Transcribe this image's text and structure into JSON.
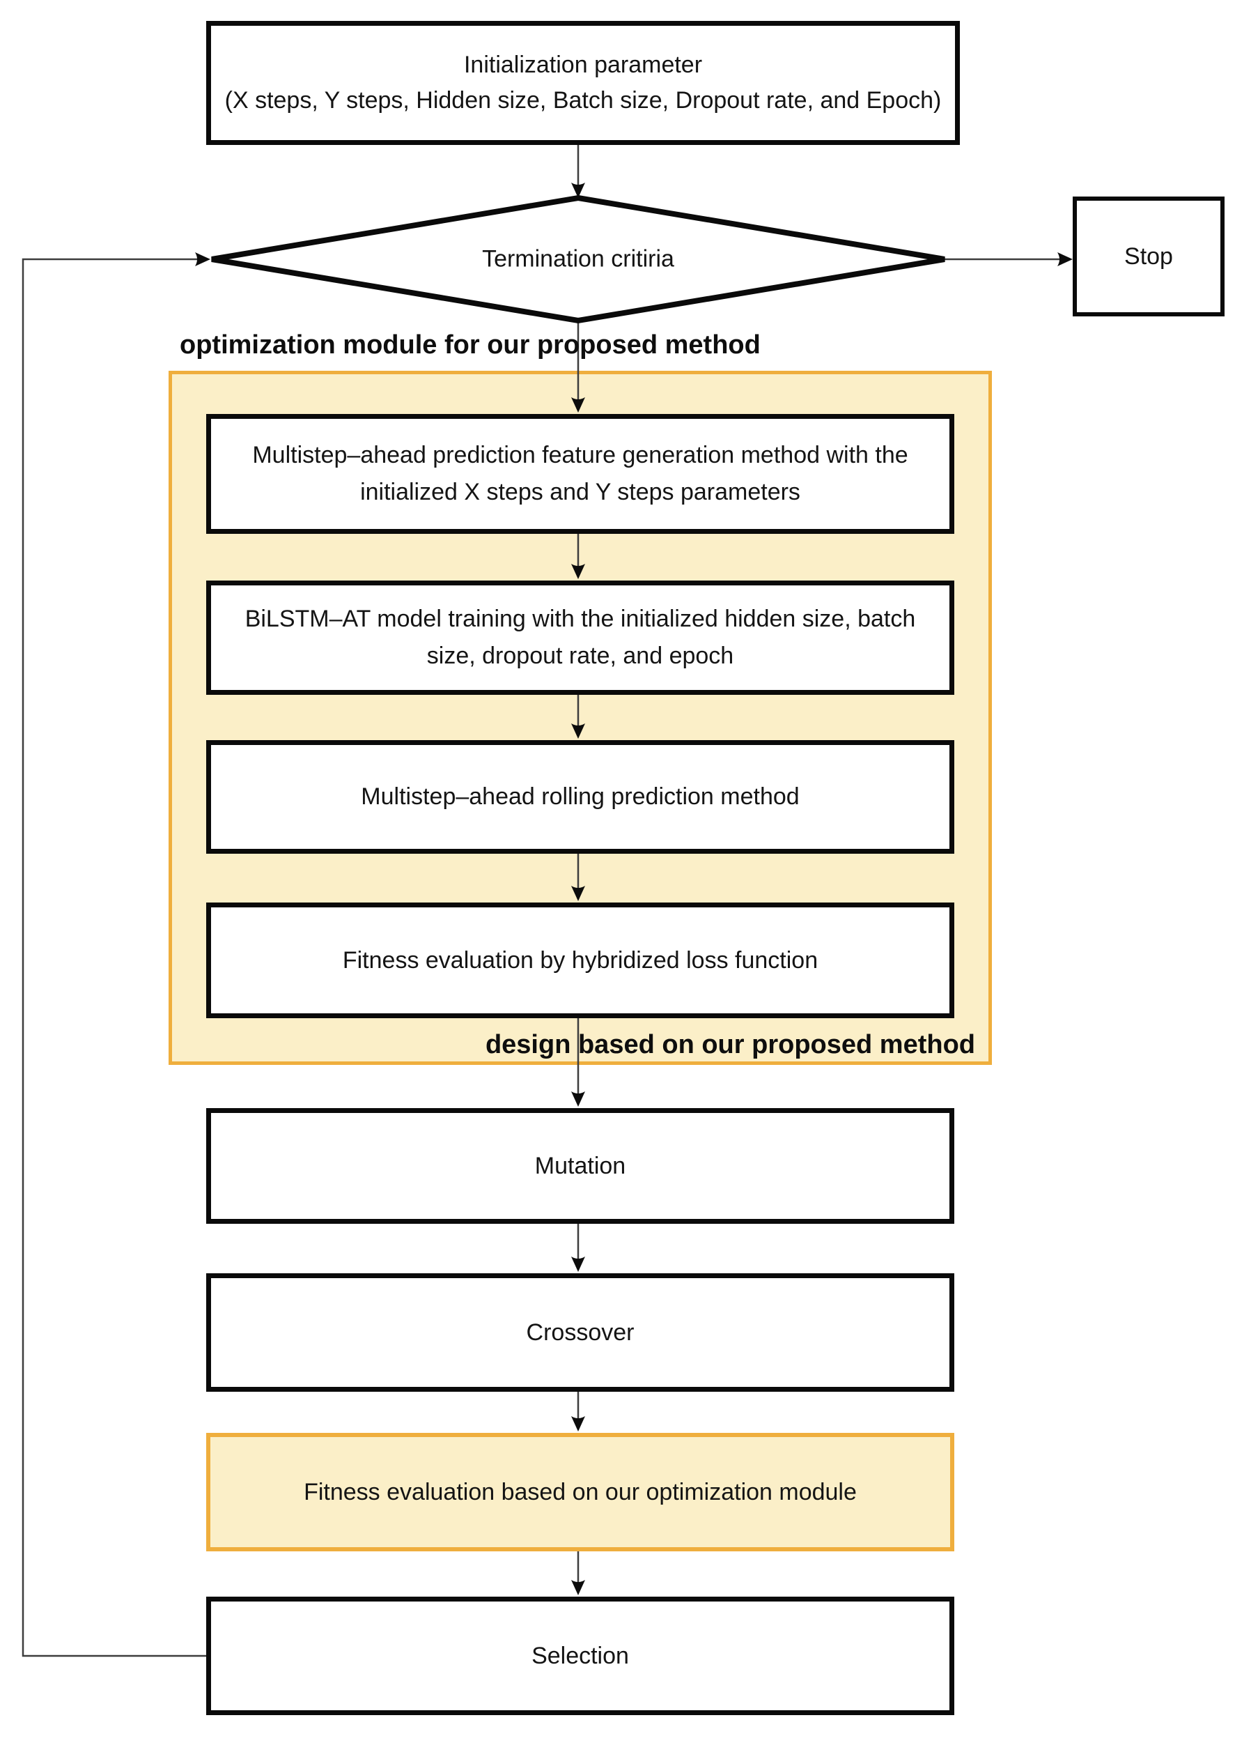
{
  "colors": {
    "highlight_fill": "#FBEFC8",
    "highlight_border": "#EFAE3D",
    "box_border": "#0A0A0A",
    "connector": "#3D3D3D",
    "background": "#FFFFFF"
  },
  "labels": {
    "optimization_module": "optimization module for our proposed method",
    "design_based": "design based on our proposed method"
  },
  "nodes": {
    "init": {
      "line1": "Initialization parameter",
      "line2": "(X steps, Y steps, Hidden size, Batch size, Dropout rate, and Epoch)"
    },
    "termination": {
      "label": "Termination critiria"
    },
    "stop": {
      "label": "Stop"
    },
    "feature_generation": {
      "line1": "Multistep–ahead prediction feature generation method with the",
      "line2": "initialized X steps and Y steps parameters"
    },
    "model_training": {
      "line1": "BiLSTM–AT model training with the initialized hidden size, batch",
      "line2": "size, dropout rate, and epoch"
    },
    "rolling_prediction": {
      "label": "Multistep–ahead rolling prediction method"
    },
    "fitness_hybridized": {
      "label": "Fitness evaluation by hybridized loss function"
    },
    "mutation": {
      "label": "Mutation"
    },
    "crossover": {
      "label": "Crossover"
    },
    "fitness_optimization": {
      "label": "Fitness evaluation based on our optimization module"
    },
    "selection": {
      "label": "Selection"
    }
  }
}
